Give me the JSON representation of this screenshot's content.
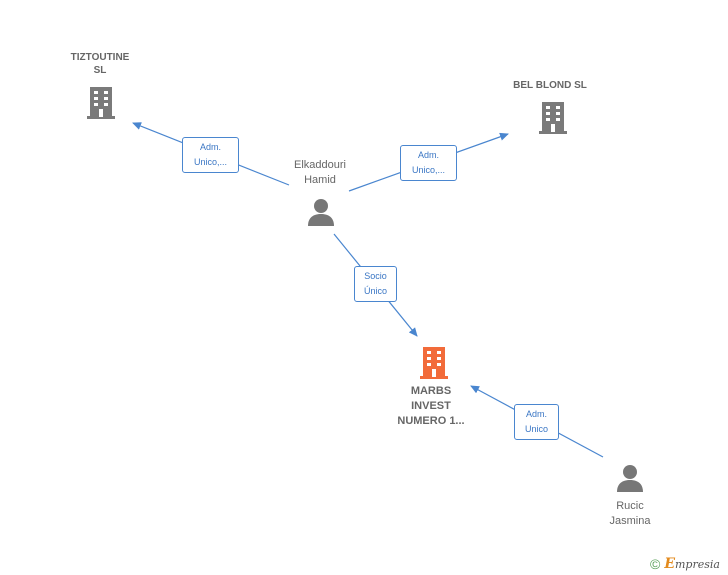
{
  "nodes": {
    "tiztoutine": {
      "label": "TIZTOUTINE\nSL",
      "type": "company"
    },
    "bel_blond": {
      "label": "BEL BLOND  SL",
      "type": "company"
    },
    "marbs": {
      "label": "MARBS\nINVEST\nNUMERO 1...",
      "type": "company-main"
    },
    "elkaddouri": {
      "label": "Elkaddouri\nHamid",
      "type": "person"
    },
    "rucic": {
      "label": "Rucic\nJasmina",
      "type": "person"
    }
  },
  "edges": {
    "e1": {
      "label": "Adm.\nUnico,..."
    },
    "e2": {
      "label": "Adm.\nUnico,..."
    },
    "e3": {
      "label": "Socio\nÚnico"
    },
    "e4": {
      "label": "Adm.\nUnico"
    }
  },
  "colors": {
    "company": "#7a7a7a",
    "company_main": "#f26b3a",
    "person": "#777777",
    "edge": "#4a86cf"
  },
  "footer": {
    "copyright": "©",
    "brand_initial": "E",
    "brand_rest": "mpresia"
  }
}
